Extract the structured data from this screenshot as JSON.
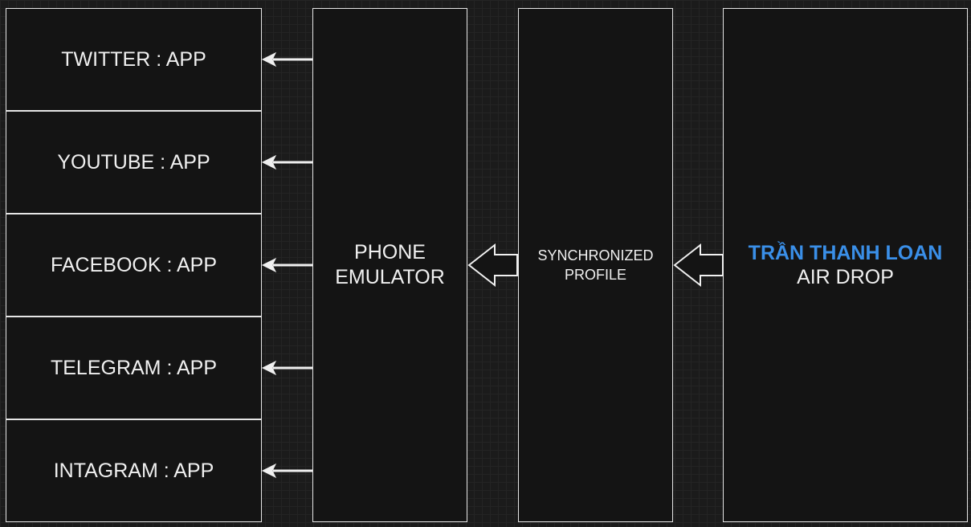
{
  "apps": [
    {
      "label": "TWITTER : APP"
    },
    {
      "label": "YOUTUBE : APP"
    },
    {
      "label": "FACEBOOK : APP"
    },
    {
      "label": "TELEGRAM : APP"
    },
    {
      "label": "INTAGRAM : APP"
    }
  ],
  "phone": {
    "line1": "PHONE",
    "line2": "EMULATOR"
  },
  "sync": {
    "line1": "SYNCHRONIZED",
    "line2": "PROFILE"
  },
  "airdrop": {
    "name": "TRẦN THANH LOAN",
    "label": "AIR DROP"
  },
  "colors": {
    "background": "#1b1b1b",
    "box_fill": "#141414",
    "box_border": "#e6e6e6",
    "text": "#f0f0f0",
    "name_accent": "#3a8fe8"
  }
}
